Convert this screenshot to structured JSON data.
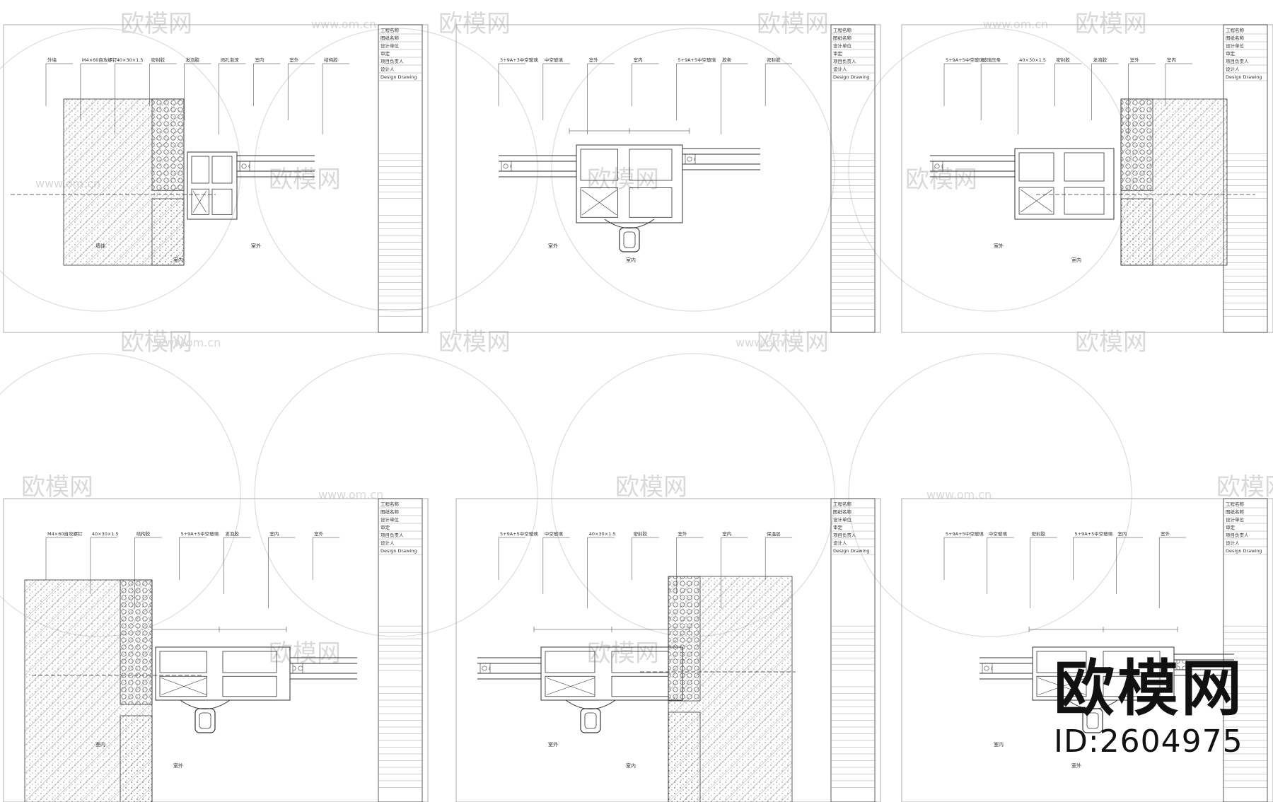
{
  "watermark": {
    "logo_text": "欧模网",
    "url_text": "www.om.cn",
    "id_text": "ID:2604975"
  },
  "sheets": [
    {
      "title_lines": [
        "工程名称",
        "图纸名称",
        "设计单位",
        "审定",
        "项目负责人",
        "设计人",
        "Design Drawing"
      ],
      "notes": [
        "墙体",
        "室内",
        "室外"
      ],
      "callouts": [
        "外墙",
        "M4×60自攻螺钉",
        "40×30×1.5",
        "密封胶",
        "发泡胶",
        "闭孔泡沫",
        "室内",
        "室外",
        "结构胶"
      ]
    },
    {
      "title_lines": [
        "工程名称",
        "图纸名称",
        "设计单位",
        "审定",
        "项目负责人",
        "设计人",
        "Design Drawing"
      ],
      "notes": [
        "室外",
        "室内"
      ],
      "callouts": [
        "3+9A+3中空玻璃",
        "中空玻璃",
        "室外",
        "室内",
        "5+9A+5中空玻璃",
        "胶条",
        "密封胶"
      ]
    },
    {
      "title_lines": [
        "工程名称",
        "图纸名称",
        "设计单位",
        "审定",
        "项目负责人",
        "设计人",
        "Design Drawing"
      ],
      "notes": [
        "室外",
        "室内"
      ],
      "callouts": [
        "5+9A+5中空玻璃",
        "玻璃压条",
        "40×30×1.5",
        "密封胶",
        "发泡胶",
        "室外",
        "室内"
      ]
    },
    {
      "title_lines": [
        "工程名称",
        "图纸名称",
        "设计单位",
        "审定",
        "项目负责人",
        "设计人",
        "Design Drawing"
      ],
      "notes": [
        "室内",
        "室外"
      ],
      "callouts": [
        "M4×60自攻螺钉",
        "40×30×1.5",
        "结构胶",
        "5+9A+5中空玻璃",
        "发泡胶",
        "室内",
        "室外"
      ]
    },
    {
      "title_lines": [
        "工程名称",
        "图纸名称",
        "设计单位",
        "审定",
        "项目负责人",
        "设计人",
        "Design Drawing"
      ],
      "notes": [
        "室外",
        "室内"
      ],
      "callouts": [
        "5+9A+5中空玻璃",
        "中空玻璃",
        "40×30×1.5",
        "密封胶",
        "室外",
        "室内",
        "保温层"
      ]
    },
    {
      "title_lines": [
        "工程名称",
        "图纸名称",
        "设计单位",
        "审定",
        "项目负责人",
        "设计人",
        "Design Drawing"
      ],
      "notes": [
        "室内",
        "室外"
      ],
      "callouts": [
        "5+9A+5中空玻璃",
        "中空玻璃",
        "密封胶",
        "5+9A+5中空玻璃",
        "室内",
        "室外"
      ]
    }
  ],
  "colors": {
    "line": "#333333",
    "faint": "#dddddd",
    "watermark": "#d9d9d9",
    "hatch": "#666666",
    "brand": "#111111"
  }
}
